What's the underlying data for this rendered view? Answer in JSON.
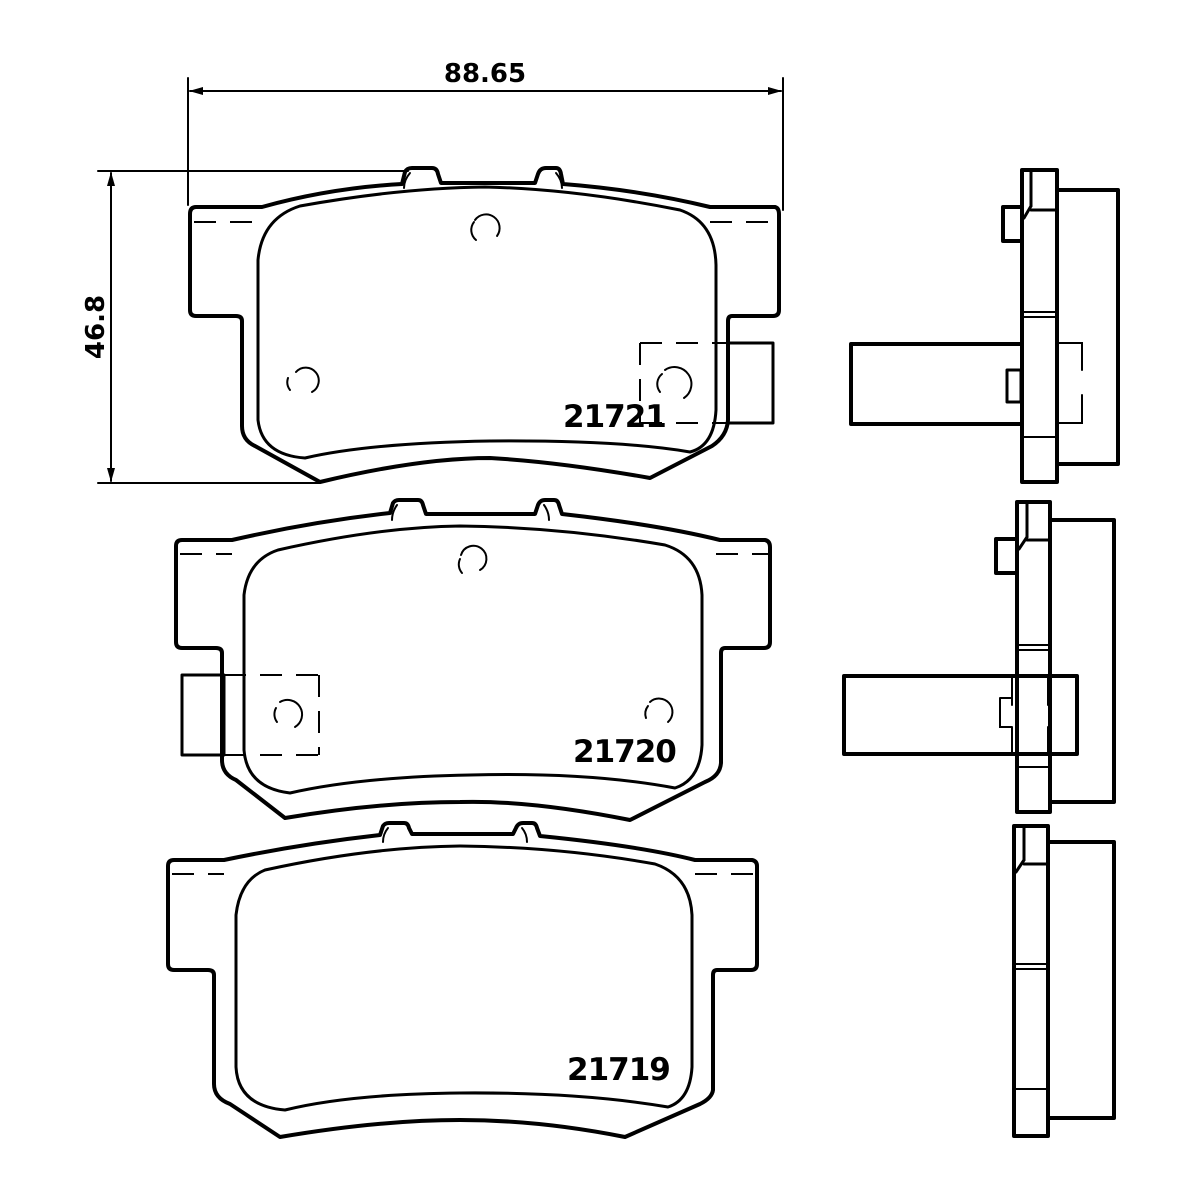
{
  "drawing": {
    "title": "Brake pad set technical drawing",
    "line_color": "#000000",
    "background": "#ffffff"
  },
  "dimensions": {
    "width_label": "88.65",
    "height_label": "46.8"
  },
  "pads": [
    {
      "part_number": "21721",
      "view": "front",
      "has_wear_sensor": true,
      "sensor_side": "right"
    },
    {
      "part_number": "21720",
      "view": "front",
      "has_wear_sensor": true,
      "sensor_side": "left"
    },
    {
      "part_number": "21719",
      "view": "front",
      "has_wear_sensor": false
    }
  ],
  "side_views": [
    {
      "for_part": "21721",
      "has_sensor_clip": true
    },
    {
      "for_part": "21720",
      "has_sensor_clip": true
    },
    {
      "for_part": "21719",
      "has_sensor_clip": false
    }
  ]
}
